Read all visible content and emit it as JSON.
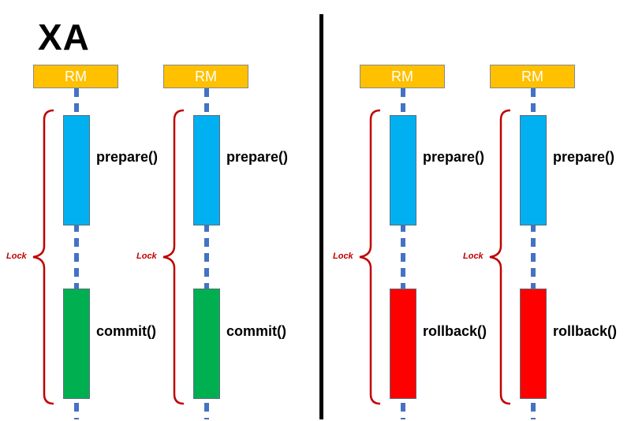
{
  "title": "XA",
  "rm_label": "RM",
  "lock_label": "Lock",
  "colors": {
    "rm": "#ffc000",
    "dash": "#4472c4",
    "prepare": "#00b0f0",
    "commit": "#00b050",
    "rollback": "#ff0000",
    "brace": "#c00000"
  },
  "columns": [
    {
      "first": "prepare()",
      "second": "commit()",
      "second_kind": "commit"
    },
    {
      "first": "prepare()",
      "second": "commit()",
      "second_kind": "commit"
    },
    {
      "first": "prepare()",
      "second": "rollback()",
      "second_kind": "rollback"
    },
    {
      "first": "prepare()",
      "second": "rollback()",
      "second_kind": "rollback"
    }
  ]
}
